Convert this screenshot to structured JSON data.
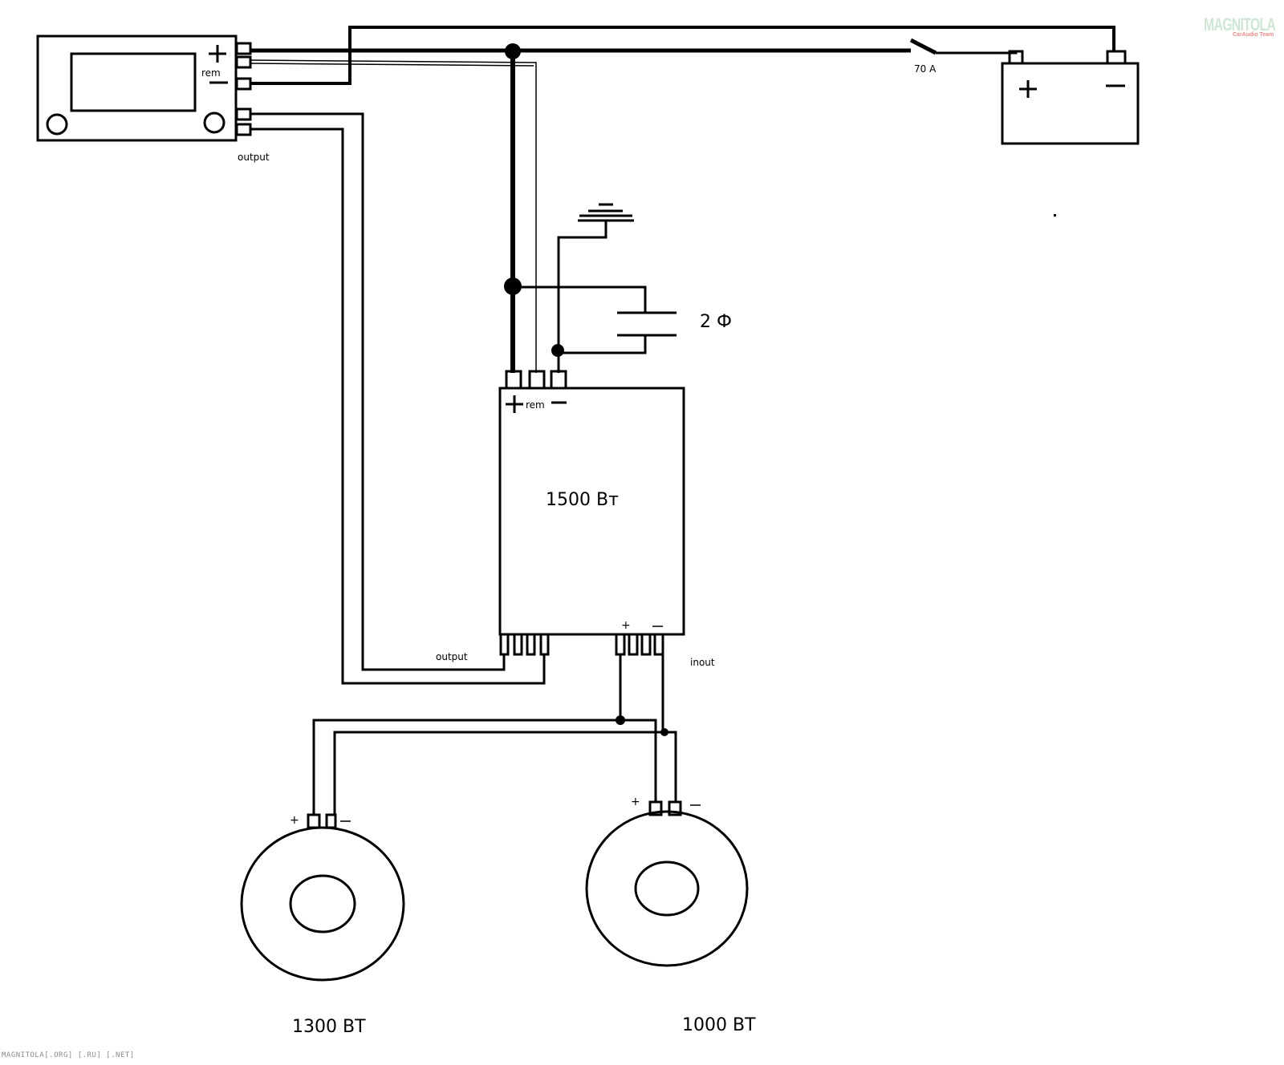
{
  "labels": {
    "rem_headunit": "rem",
    "output_headunit": "output",
    "fuse": "70 A",
    "capacitor": "2 Ф",
    "rem_amp": "rem",
    "amp_power": "1500 Вт",
    "output_amp": "output",
    "inout": "inout",
    "sub1_power": "1300 ВТ",
    "sub2_power": "1000 ВТ",
    "plus": "+",
    "minus": "−"
  },
  "watermark": {
    "main": "MAGNITOLA",
    "sub": "CarAudio Team",
    "footer": "MAGNITOLA[.ORG] [.RU] [.NET]"
  },
  "colors": {
    "line": "#000000",
    "watermark_main": "#cfe6d4",
    "watermark_sub": "#e58a8a",
    "footer": "#8a8a8a"
  }
}
